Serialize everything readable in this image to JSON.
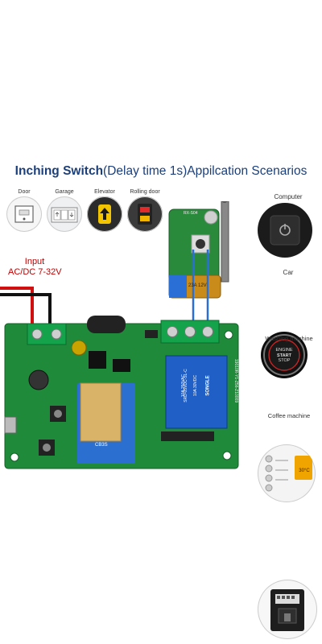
{
  "title": {
    "bold": "Inching Switch",
    "rest": "(Delay time 1s)Appilcation Scenarios"
  },
  "scenarios_left": [
    {
      "label": "Door"
    },
    {
      "label": "Garage"
    },
    {
      "label": "Elevator"
    },
    {
      "label": "Rolling door"
    }
  ],
  "scenarios_right": [
    {
      "label": "Computer"
    },
    {
      "label": "Car"
    },
    {
      "label": "Washing machine"
    },
    {
      "label": "Coffee machine"
    }
  ],
  "car_button": {
    "line1": "ENGINE",
    "line2": "START",
    "line3": "STOP"
  },
  "input_label": {
    "line1": "Input",
    "line2": "AC/DC 7-32V"
  },
  "remote": {
    "model": "RX-S04",
    "battery": "23A 12V"
  },
  "relay": {
    "brand": "SONGLE",
    "model": "SRD-05VDC-SL-C",
    "rating1": "10A 250VAC",
    "rating2": "10A 30VDC"
  },
  "board_code": "19010R-Y1-Z56-Z10009",
  "module_label": "CB3S",
  "washer_display": "30°C",
  "colors": {
    "title": "#1b3f7a",
    "pcb": "#1f8a3a",
    "terminal": "#14a34a",
    "input_text": "#c00000",
    "wire_red": "#d01010",
    "wire_black": "#111111",
    "wire_blue": "#2a6fd6"
  }
}
